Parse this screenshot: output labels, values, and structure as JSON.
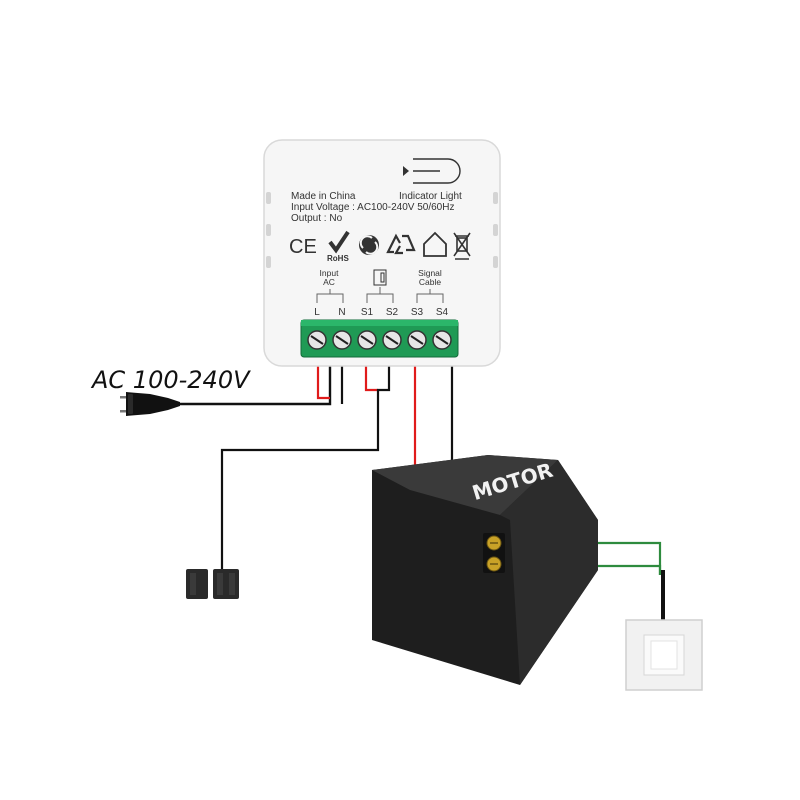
{
  "device": {
    "made_in": "Made in China",
    "indicator": "Indicator Light",
    "input_voltage": "Input Voltage : AC100-240V 50/60Hz",
    "output": "Output :  No",
    "cert_marks": [
      "CE",
      "RoHS"
    ],
    "group_input": [
      "Input",
      "AC"
    ],
    "group_signal": [
      "Signal",
      "Cable"
    ],
    "terminals": [
      "L",
      "N",
      "S1",
      "S2",
      "S3",
      "S4"
    ]
  },
  "power_label": "AC 100-240V",
  "motor_label": "MOTOR",
  "colors": {
    "live_wire": "#e01b1b",
    "neutral_wire": "#111111",
    "signal_wire": "#2e8b3e",
    "terminal_block": "#1f9a55",
    "motor_body": "#2b2b2b"
  },
  "icons": [
    "ce-mark-icon",
    "rohs-check-icon",
    "green-dot-icon",
    "recycle-icon",
    "house-icon",
    "crossed-bin-icon",
    "plug-icon",
    "door-sensor-icon",
    "wall-switch-icon"
  ]
}
